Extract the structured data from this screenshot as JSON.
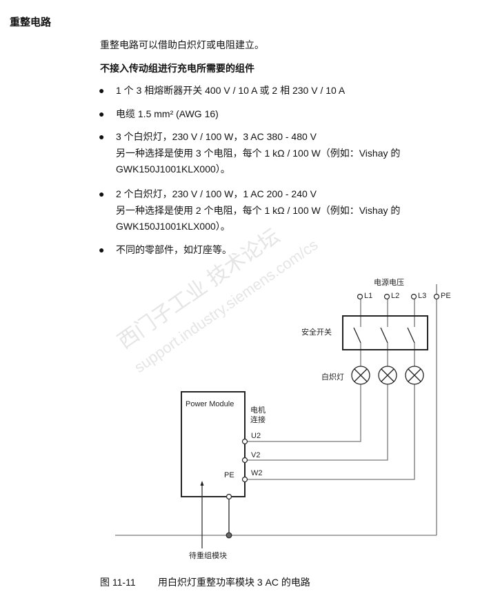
{
  "section_title": "重整电路",
  "intro": "重整电路可以借助白炽灯或电阻建立。",
  "components_heading": "不接入传动组进行充电所需要的组件",
  "bullets": [
    {
      "lines": [
        "1 个 3 相熔断器开关 400 V / 10 A 或 2 相 230 V / 10 A"
      ]
    },
    {
      "lines": [
        "电缆 1.5 mm² (AWG 16)"
      ]
    },
    {
      "lines": [
        "3 个白炽灯，230 V / 100 W，3 AC 380 - 480 V",
        "另一种选择是使用 3 个电阻，每个 1 kΩ / 100 W（例如：Vishay 的",
        "GWK150J1001KLX000）。"
      ]
    },
    {
      "lines": [
        "2 个白炽灯，230 V / 100 W，1 AC 200 - 240 V",
        "另一种选择是使用 2 个电阻，每个 1 kΩ / 100 W（例如：Vishay 的",
        "GWK150J1001KLX000）。"
      ]
    },
    {
      "lines": [
        "不同的零部件，如灯座等。"
      ]
    }
  ],
  "bullet_symbol": "●",
  "diagram": {
    "supply_voltage": "电源电压",
    "terminals": [
      "L1",
      "L2",
      "L3",
      "PE"
    ],
    "safety_switch": "安全开关",
    "lamps": "白炽灯",
    "power_module": "Power Module",
    "motor_connection_1": "电机",
    "motor_connection_2": "连接",
    "outputs": [
      "U2",
      "V2",
      "W2"
    ],
    "pe": "PE",
    "module_to_recharge": "待重组模块"
  },
  "figure": {
    "number": "图 11-11",
    "caption": "用白炽灯重整功率模块 3 AC 的电路"
  },
  "watermark": {
    "line1": "西门子工业  技术论坛",
    "line2": "support.industry.siemens.com/cs"
  }
}
